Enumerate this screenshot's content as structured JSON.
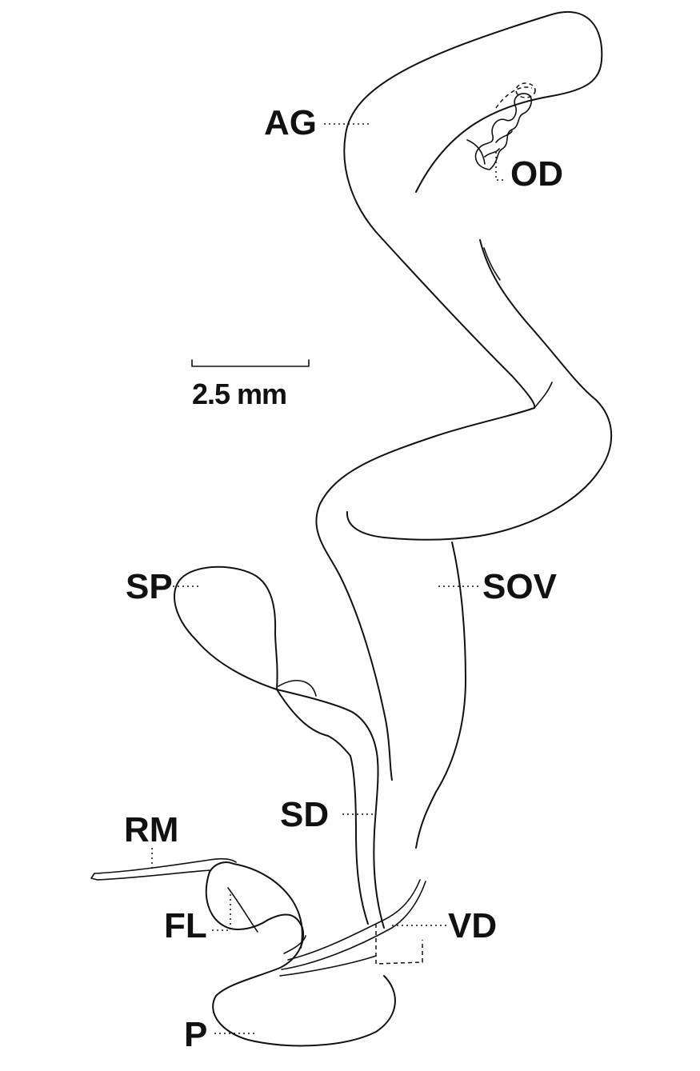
{
  "labels": {
    "ag": "AG",
    "od": "OD",
    "sp": "SP",
    "sov": "SOV",
    "sd": "SD",
    "rm": "RM",
    "fl": "FL",
    "vd": "VD",
    "p": "P"
  },
  "scale_bar": {
    "label": "2.5 mm"
  }
}
